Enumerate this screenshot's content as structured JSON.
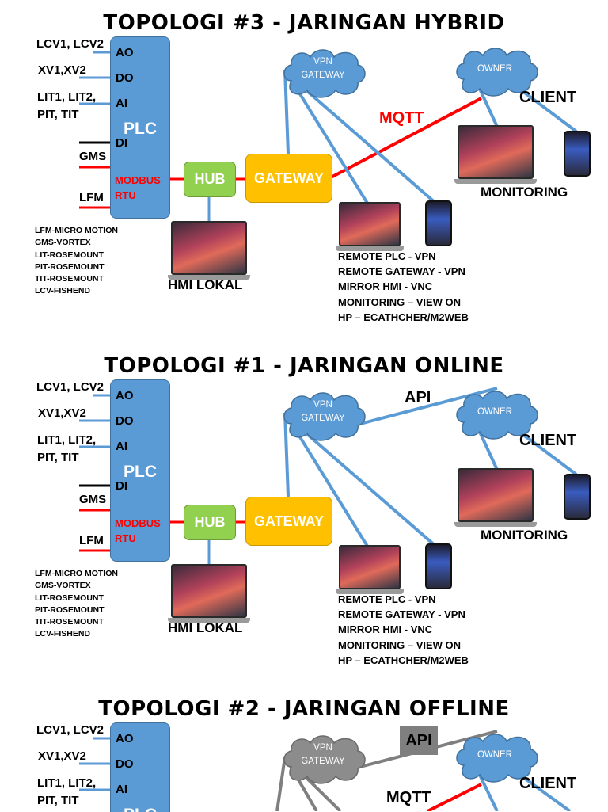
{
  "titles": {
    "t3": "TOPOLOGI #3 - JARINGAN HYBRID",
    "t1": "TOPOLOGI #1 - JARINGAN ONLINE",
    "t2": "TOPOLOGI #2 - JARINGAN OFFLINE"
  },
  "inputs": {
    "lcv": "LCV1, LCV2",
    "xv": "XV1,XV2",
    "lit": "LIT1, LIT2,",
    "pit": "PIT, TIT",
    "gms": "GMS",
    "lfm": "LFM"
  },
  "plc": {
    "name": "PLC",
    "ports": {
      "ao": "AO",
      "do": "DO",
      "ai": "AI",
      "di": "DI"
    },
    "modbus1": "MODBUS",
    "modbus2": "RTU"
  },
  "nodes": {
    "hub": "HUB",
    "gateway": "GATEWAY",
    "hmi_lokal": "HMI LOKAL",
    "vpn1": "VPN",
    "vpn2": "GATEWAY",
    "owner": "OWNER",
    "client": "CLIENT",
    "monitoring": "MONITORING"
  },
  "links": {
    "mqtt": "MQTT",
    "api": "API"
  },
  "legend": [
    "LFM-MICRO MOTION",
    "GMS-VORTEX",
    "LIT-ROSEMOUNT",
    "PIT-ROSEMOUNT",
    "TIT-ROSEMOUNT",
    "LCV-FISHEND"
  ],
  "notes": [
    "REMOTE PLC - VPN",
    "REMOTE GATEWAY - VPN",
    "MIRROR HMI - VNC",
    "MONITORING – VIEW ON",
    "HP – ECATHCHER/M2WEB"
  ],
  "colors": {
    "plc": "#5b9bd5",
    "hub": "#92d050",
    "gateway": "#ffc000",
    "link_blue": "#5b9bd5",
    "link_red": "#ff0000",
    "offline_grey": "#7f7f7f"
  },
  "icons": [
    "cloud-icon",
    "laptop-icon",
    "phone-icon"
  ]
}
